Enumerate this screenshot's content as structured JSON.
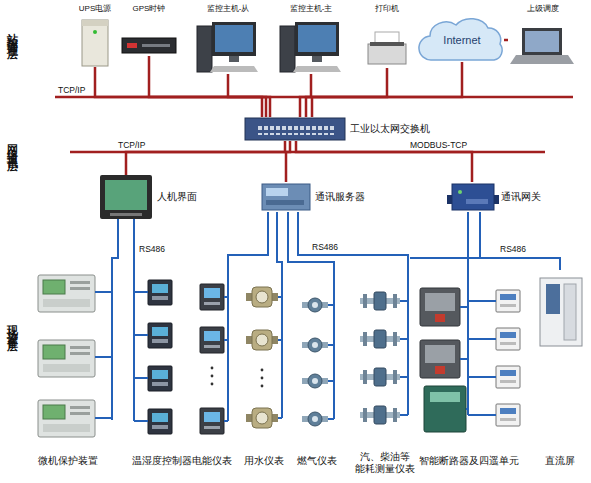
{
  "diagram": {
    "nodes": [
      {
        "text": [
          "UPS电源"
        ]
      },
      {
        "text": [
          "GPS时钟"
        ]
      },
      {
        "text": [
          "监控主机-从"
        ]
      },
      {
        "text": [
          "监控主机-主"
        ]
      },
      {
        "text": [
          "打印机"
        ]
      },
      {
        "text": [
          "Internet"
        ]
      },
      {
        "text": [
          "上级调度"
        ]
      },
      {
        "text": [
          "工业以太网交换机"
        ]
      },
      {
        "text": [
          "人机界面"
        ]
      },
      {
        "text": [
          "通讯服务器"
        ]
      },
      {
        "text": [
          "通讯网关"
        ]
      },
      {
        "text": [
          "微机保护装置"
        ]
      },
      {
        "text": [
          "温湿度控制器"
        ]
      },
      {
        "text": [
          "电能仪表"
        ]
      },
      {
        "text": [
          "用水仪表"
        ]
      },
      {
        "text": [
          "燃气仪表"
        ]
      },
      {
        "text": [
          "汽、柴油等 能耗测量仪表"
        ]
      },
      {
        "text": [
          "智能断路器及四遥单元"
        ]
      },
      {
        "text": [
          "直流屏"
        ]
      }
    ],
    "edges": [
      {
        "from": 7,
        "to": 0,
        "arrow": "none"
      },
      {
        "from": 7,
        "to": 1,
        "arrow": "none"
      },
      {
        "from": 7,
        "to": 2,
        "arrow": "none"
      },
      {
        "from": 7,
        "to": 3,
        "arrow": "none"
      },
      {
        "from": 7,
        "to": 4,
        "arrow": "none"
      },
      {
        "from": 7,
        "to": 5,
        "arrow": "none"
      },
      {
        "from": 5,
        "to": 6,
        "arrow": "none"
      },
      {
        "from": 7,
        "to": 8,
        "arrow": "none"
      },
      {
        "from": 7,
        "to": 9,
        "arrow": "none"
      },
      {
        "from": 7,
        "to": 10,
        "arrow": "none"
      },
      {
        "from": 8,
        "to": 11,
        "arrow": "none"
      },
      {
        "from": 8,
        "to": 12,
        "arrow": "none"
      },
      {
        "from": 9,
        "to": 13,
        "arrow": "none"
      },
      {
        "from": 9,
        "to": 14,
        "arrow": "none"
      },
      {
        "from": 9,
        "to": 15,
        "arrow": "none"
      },
      {
        "from": 9,
        "to": 16,
        "arrow": "none"
      },
      {
        "from": 10,
        "to": 17,
        "arrow": "none"
      },
      {
        "from": 10,
        "to": 18,
        "arrow": "none"
      }
    ],
    "labels": [
      "站控管理层",
      "网络通讯层",
      "现场设备层",
      "TCP/IP",
      "TCP/IP",
      "MODBUS-TCP",
      "RS486",
      "RS486",
      "RS486"
    ]
  }
}
